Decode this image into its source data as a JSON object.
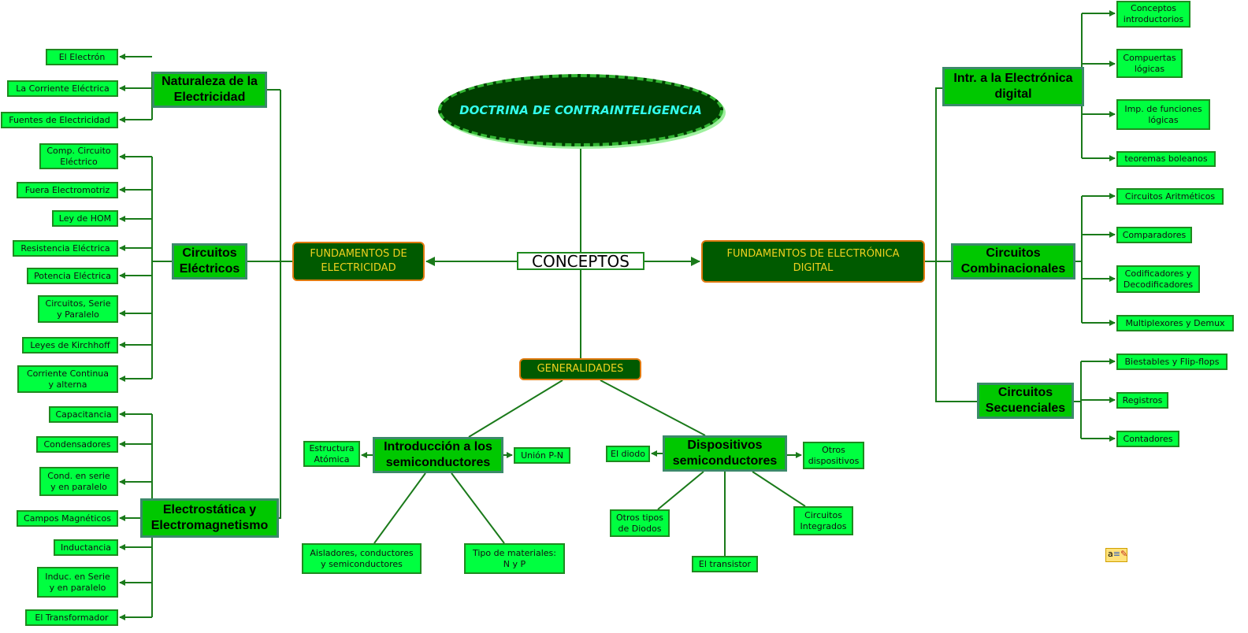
{
  "title": "DOCTRINA DE CONTRAINTELIGENCIA",
  "center": "CONCEPTOS",
  "main": {
    "electricidad": "FUNDAMENTOS DE\nELECTRICIDAD",
    "digital": "FUNDAMENTOS DE ELECTRÓNICA\nDIGITAL",
    "generalidades": "GENERALIDADES"
  },
  "left": {
    "naturaleza": {
      "label": "Naturaleza de la\nElectricidad",
      "items": [
        "El Electrón",
        "La Corriente Eléctrica",
        "Fuentes de Electricidad"
      ]
    },
    "circuitos": {
      "label": "Circuitos\nEléctricos",
      "items": [
        "Comp. Circuito\nEléctrico",
        "Fuera Electromotriz",
        "Ley de HOM",
        "Resistencia Eléctrica",
        "Potencia Eléctrica",
        "Circuitos, Serie\ny Paralelo",
        "Leyes de Kirchhoff",
        "Corriente Continua\ny alterna"
      ]
    },
    "electrostatica": {
      "label": "Electrostática y\nElectromagnetismo",
      "items": [
        "Capacitancia",
        "Condensadores",
        "Cond. en serie\ny en paralelo",
        "Campos Magnéticos",
        "Inductancia",
        "Induc. en Serie\ny en paralelo",
        "El Transformador"
      ]
    }
  },
  "right": {
    "intr": {
      "label": "Intr. a la Electrónica\ndigital",
      "items": [
        "Conceptos\nintroductorios",
        "Compuertas\nlógicas",
        "Imp. de funciones\nlógicas",
        "teoremas boleanos"
      ]
    },
    "comb": {
      "label": "Circuitos\nCombinacionales",
      "items": [
        "Circuitos Aritméticos",
        "Comparadores",
        "Codificadores y\nDecodificadores",
        "Multiplexores y Demux"
      ]
    },
    "sec": {
      "label": "Circuitos\nSecuenciales",
      "items": [
        "Biestables y Flip-flops",
        "Registros",
        "Contadores"
      ]
    }
  },
  "bottom": {
    "semi": {
      "label": "Introducción a los\nsemiconductores",
      "items": [
        "Estructura\nAtómica",
        "Unión P-N",
        "Aisladores, conductores\ny semiconductores",
        "Tipo de materiales:\nN y P"
      ]
    },
    "disp": {
      "label": "Dispositivos\nsemiconductores",
      "items": [
        "El diodo",
        "Otros\ndispositivos",
        "Otros tipos\nde Diodos",
        "Circuitos\nIntegrados",
        "El transistor"
      ]
    }
  },
  "note_icon": "note-icon"
}
